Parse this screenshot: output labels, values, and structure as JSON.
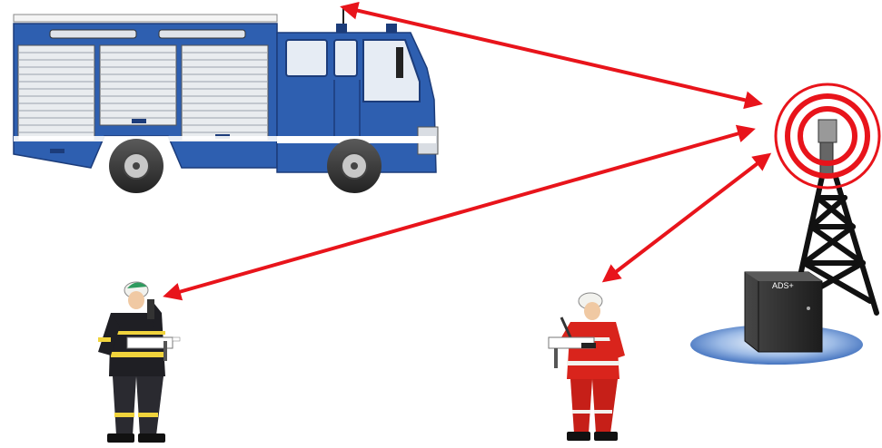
{
  "diagram": {
    "nodes": [
      {
        "id": "fire-truck",
        "kind": "vehicle"
      },
      {
        "id": "radio-tower",
        "kind": "base-station"
      },
      {
        "id": "base-station-cabinet",
        "kind": "cabinet",
        "logo_text": "ADS+"
      },
      {
        "id": "firefighter-dark-uniform",
        "kind": "person"
      },
      {
        "id": "firefighter-red-uniform",
        "kind": "person"
      }
    ],
    "links": [
      {
        "from": "radio-tower",
        "to": "fire-truck",
        "bidirectional": true
      },
      {
        "from": "radio-tower",
        "to": "firefighter-dark-uniform",
        "bidirectional": true
      },
      {
        "from": "radio-tower",
        "to": "firefighter-red-uniform",
        "bidirectional": true
      }
    ],
    "colors": {
      "link": "#e8141b",
      "truck_body": "#2e5fb0",
      "truck_dark": "#1c3c7a",
      "rollup_door": "#e9ecef",
      "tower": "#111111",
      "cabinet": "#2b2b2b",
      "platform": "#3a6fc0",
      "signal_rings": "#e8141b",
      "uniform_dark": "#1f1f24",
      "uniform_red": "#d9241c",
      "reflective_stripe": "#f0d33c",
      "helmet_white": "#f2f2ee"
    }
  }
}
